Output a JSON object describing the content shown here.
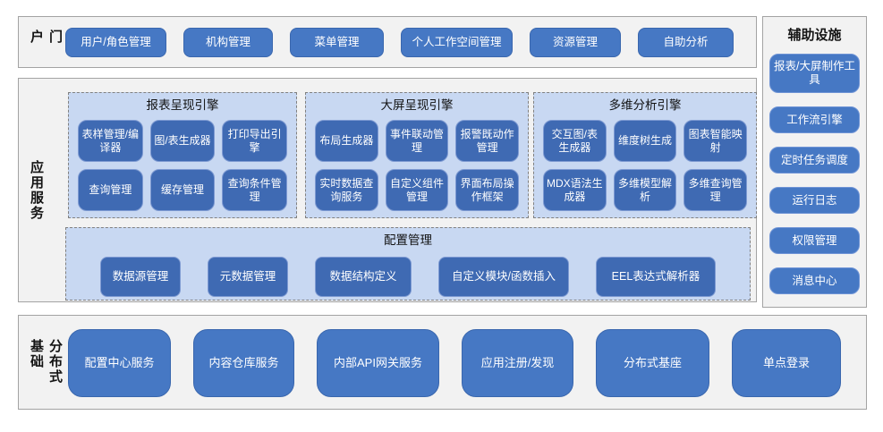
{
  "colors": {
    "section_bg": "#f2f2f2",
    "section_border": "#a3a3a3",
    "group_fill": "#c8d8f2",
    "group_dash_border": "#808080",
    "button_fill": "#4678c4",
    "button_border": "#3a67ae",
    "inner_button_fill": "#3f6ab3",
    "inner_button_border": "#7e9ad2",
    "button_text": "#ffffff"
  },
  "portal": {
    "label": "门户",
    "items": [
      "用户/角色管理",
      "机构管理",
      "菜单管理",
      "个人工作空间管理",
      "资源管理",
      "自助分析"
    ]
  },
  "app_services": {
    "label": "应用服务",
    "engines": [
      {
        "title": "报表呈现引擎",
        "items": [
          "表样管理/编译器",
          "图/表生成器",
          "打印导出引擎",
          "查询管理",
          "缓存管理",
          "查询条件管理"
        ]
      },
      {
        "title": "大屏呈现引擎",
        "items": [
          "布局生成器",
          "事件联动管理",
          "报警既动作管理",
          "实时数据查询服务",
          "自定义组件管理",
          "界面布局操作框架"
        ]
      },
      {
        "title": "多维分析引擎",
        "items": [
          "交互图/表生成器",
          "维度树生成",
          "图表智能映射",
          "MDX语法生成器",
          "多维模型解析",
          "多维查询管理"
        ]
      }
    ],
    "config": {
      "title": "配置管理",
      "items": [
        "数据源管理",
        "元数据管理",
        "数据结构定义",
        "自定义模块/函数插入",
        "EEL表达式解析器"
      ]
    }
  },
  "distributed": {
    "label": "分布式基础",
    "items": [
      "配置中心服务",
      "内容仓库服务",
      "内部API网关服务",
      "应用注册/发现",
      "分布式基座",
      "单点登录"
    ]
  },
  "auxiliary": {
    "title": "辅助设施",
    "items": [
      "报表/大屏制作工具",
      "工作流引擎",
      "定时任务调度",
      "运行日志",
      "权限管理",
      "消息中心"
    ]
  }
}
